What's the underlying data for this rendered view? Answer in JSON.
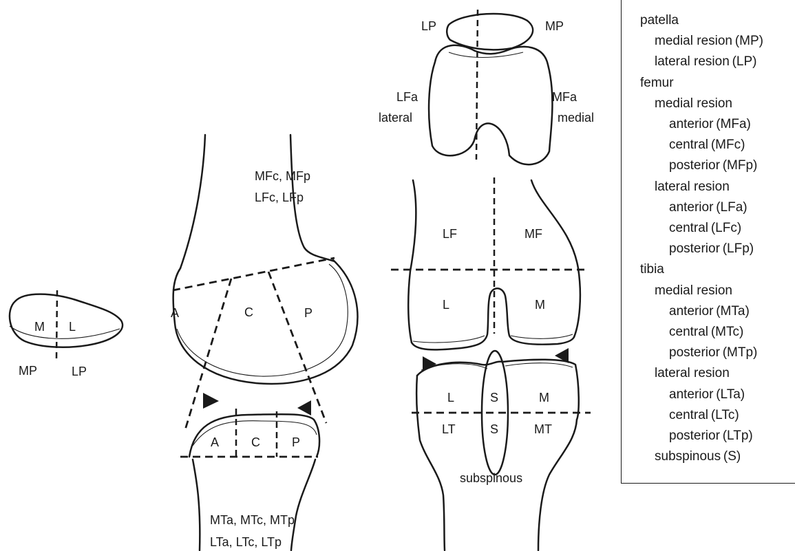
{
  "legend": {
    "items": [
      {
        "text": "patella",
        "level": 0
      },
      {
        "text": "medial resion (MP)",
        "level": 1
      },
      {
        "text": "lateral resion (LP)",
        "level": 1
      },
      {
        "text": "femur",
        "level": 0
      },
      {
        "text": "medial resion",
        "level": 1
      },
      {
        "text": "anterior (MFa)",
        "level": 2
      },
      {
        "text": "central (MFc)",
        "level": 2
      },
      {
        "text": "posterior (MFp)",
        "level": 2
      },
      {
        "text": "lateral resion",
        "level": 1
      },
      {
        "text": "anterior (LFa)",
        "level": 2
      },
      {
        "text": "central (LFc)",
        "level": 2
      },
      {
        "text": "posterior (LFp)",
        "level": 2
      },
      {
        "text": "tibia",
        "level": 0
      },
      {
        "text": "medial resion",
        "level": 1
      },
      {
        "text": "anterior (MTa)",
        "level": 2
      },
      {
        "text": "central (MTc)",
        "level": 2
      },
      {
        "text": "posterior (MTp)",
        "level": 2
      },
      {
        "text": "lateral resion",
        "level": 1
      },
      {
        "text": "anterior (LTa)",
        "level": 2
      },
      {
        "text": "central (LTc)",
        "level": 2
      },
      {
        "text": "posterior (LTp)",
        "level": 2
      },
      {
        "text": "subspinous (S)",
        "level": 1
      }
    ]
  },
  "patella_axial": {
    "m": "M",
    "l": "L",
    "mp": "MP",
    "lp": "LP"
  },
  "sagittal": {
    "femur_line1": "MFc,  MFp",
    "femur_line2": "LFc,  LFp",
    "femur_a": "A",
    "femur_c": "C",
    "femur_p": "P",
    "tibia_a": "A",
    "tibia_c": "C",
    "tibia_p": "P",
    "tibia_line1": "MTa,  MTc,  MTp",
    "tibia_line2": "LTa,  LTc,  LTp"
  },
  "femur_axial": {
    "lp": "LP",
    "mp": "MP",
    "lfa": "LFa",
    "mfa": "MFa",
    "lateral": "lateral",
    "medial": "medial"
  },
  "coronal": {
    "lf": "LF",
    "mf": "MF",
    "l_femur": "L",
    "m_femur": "M",
    "l_tibia": "L",
    "s_upper": "S",
    "m_tibia": "M",
    "lt": "LT",
    "s_lower": "S",
    "mt": "MT",
    "subspinous": "subspinous"
  }
}
